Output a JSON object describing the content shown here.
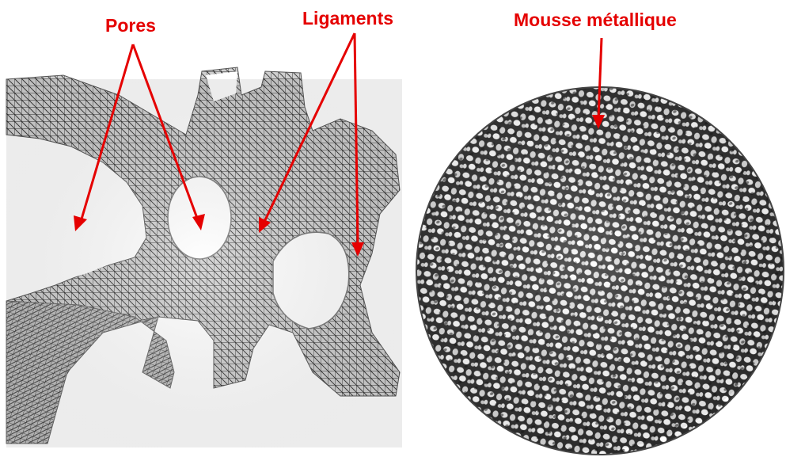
{
  "labels": {
    "pores": "Pores",
    "ligaments": "Ligaments",
    "foam": "Mousse métallique"
  },
  "colors": {
    "annotation": "#e50000",
    "mesh_dark": "#3d3d3d",
    "mesh_light": "#9a9a9a",
    "foam_dark": "#1f1f1f",
    "background": "#ffffff"
  },
  "panels": {
    "left": "wireframe-mesh-render",
    "right": "metal-foam-disc-render"
  }
}
